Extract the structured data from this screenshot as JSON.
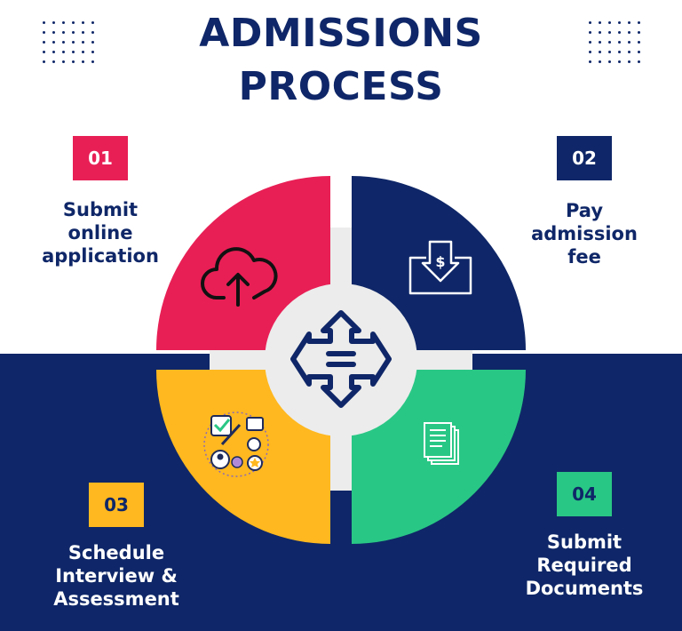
{
  "title": {
    "line1": "ADMISSIONS",
    "line2": "PROCESS"
  },
  "colors": {
    "navy": "#0f2768",
    "pink": "#e81f55",
    "yellow": "#ffb81f",
    "green": "#29c785",
    "center": "#ececec",
    "white": "#ffffff"
  },
  "steps": [
    {
      "number": "01",
      "label": "Submit\nonline\napplication",
      "color": "#e81f55",
      "icon": "cloud-upload-icon"
    },
    {
      "number": "02",
      "label": "Pay\nadmission\nfee",
      "color": "#0f2768",
      "icon": "dollar-download-icon"
    },
    {
      "number": "03",
      "label": "Schedule\nInterview &\nAssessment",
      "color": "#ffb81f",
      "icon": "assessment-icon"
    },
    {
      "number": "04",
      "label": "Submit\nRequired\nDocuments",
      "color": "#29c785",
      "icon": "documents-icon"
    }
  ],
  "center_icon": "four-way-arrows-icon"
}
